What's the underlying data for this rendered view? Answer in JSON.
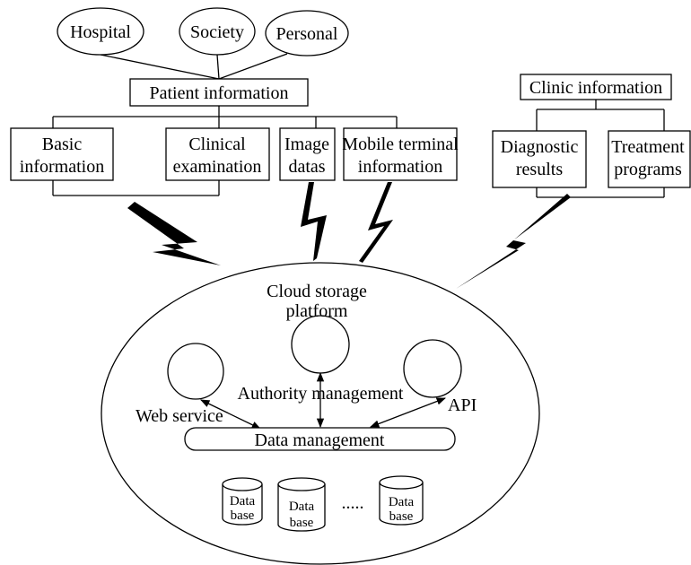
{
  "sources": {
    "hospital": "Hospital",
    "society": "Society",
    "personal": "Personal"
  },
  "patient_information": {
    "title": "Patient information",
    "basic_information": [
      "Basic",
      "information"
    ],
    "clinical_examination": [
      "Clinical",
      "examination"
    ],
    "image_datas": [
      "Image",
      "datas"
    ],
    "mobile_terminal_information": [
      "Mobile terminal",
      "information"
    ]
  },
  "clinic_information": {
    "title": "Clinic information",
    "diagnostic_results": [
      "Diagnostic",
      "results"
    ],
    "treatment_programs": [
      "Treatment",
      "programs"
    ]
  },
  "cloud": {
    "title": [
      "Cloud storage",
      "platform"
    ],
    "authority_management": "Authority management",
    "web_service": "Web service",
    "api": "API",
    "data_management": "Data management",
    "databases": [
      [
        "Data",
        "base"
      ],
      [
        "Data",
        "base"
      ],
      [
        "Data",
        "base"
      ]
    ],
    "ellipsis": "....."
  }
}
